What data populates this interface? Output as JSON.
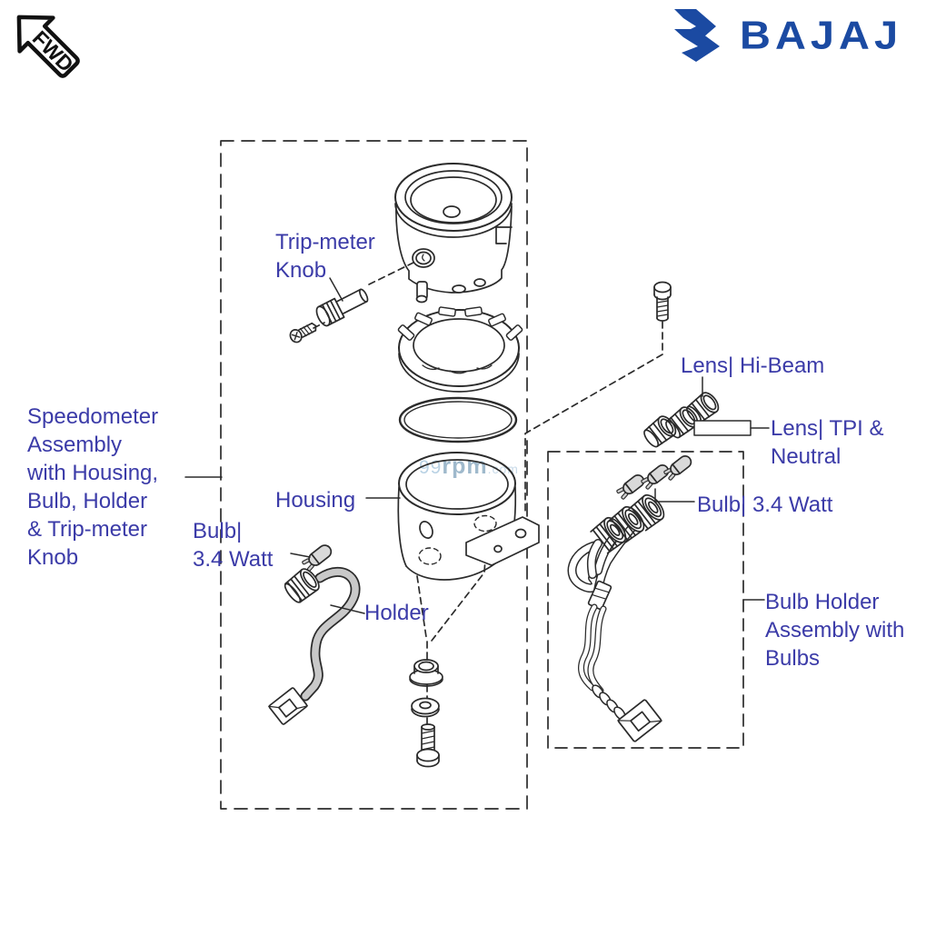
{
  "badge": {
    "label": "FWD"
  },
  "brand": {
    "wordmark": "BAJAJ"
  },
  "watermark": {
    "prefix": "99",
    "mid": "rpm",
    "suffix": ".com"
  },
  "labels": {
    "trip_meter_knob": {
      "lines": [
        "Trip-meter",
        "Knob"
      ]
    },
    "speedometer_assembly": {
      "lines": [
        "Speedometer",
        "Assembly",
        "with Housing,",
        "Bulb, Holder",
        "& Trip-meter",
        "Knob"
      ]
    },
    "bulb_left": {
      "lines": [
        "Bulb|",
        "3.4 Watt"
      ]
    },
    "housing": {
      "text": "Housing"
    },
    "holder": {
      "text": "Holder"
    },
    "lens_hi_beam": {
      "text": "Lens| Hi-Beam"
    },
    "lens_tpi_neutral": {
      "lines": [
        "Lens| TPI &",
        "Neutral"
      ]
    },
    "bulb_right": {
      "text": "Bulb| 3.4 Watt"
    },
    "bulb_holder_assembly": {
      "lines": [
        "Bulb Holder",
        "Assembly with",
        "Bulbs"
      ]
    }
  },
  "colors": {
    "label_text": "#3b3ba8",
    "line_art": "#2b2b2b",
    "brand_blue": "#1b4aa2",
    "wire_gray": "#c9c9c9",
    "bulb_gray": "#d9d9d9",
    "watermark_blue": "#b9d2e4"
  }
}
